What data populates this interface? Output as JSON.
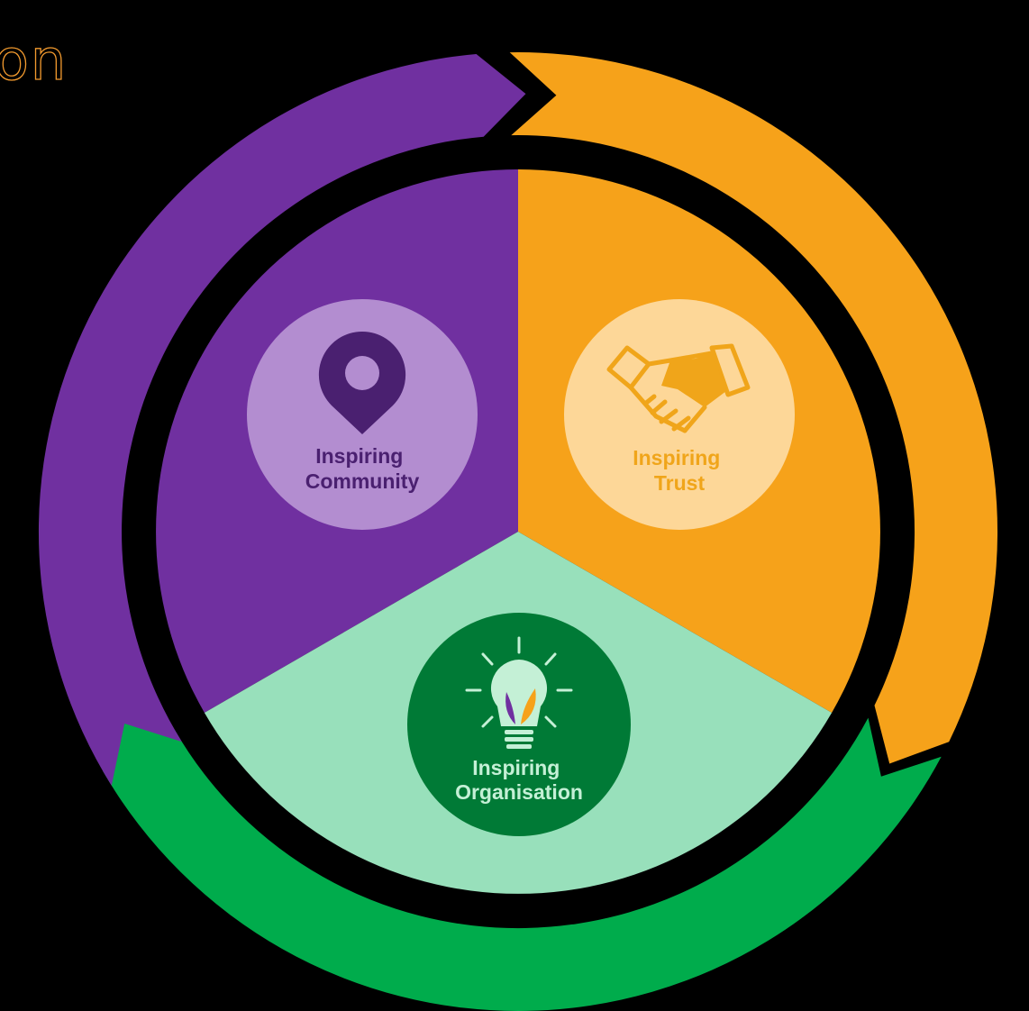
{
  "corner_text": "on",
  "colors": {
    "background": "#000000",
    "purple": "#7030a0",
    "orange": "#f6a21a",
    "green": "#00ac4c",
    "mint": "#98e0bb",
    "light_purple": "#b38dd0",
    "dark_purple": "#4a2070",
    "light_orange": "#fdd798",
    "orange_text": "#f0a51a",
    "dark_green": "#007a36",
    "light_green_text": "#c4f0d6"
  },
  "segments": [
    {
      "key": "community",
      "color": "#7030a0",
      "hub_color": "#b38dd0",
      "icon": "map-pin-icon",
      "label_lines": [
        "Inspiring",
        "Community"
      ],
      "label_color": "#4a2070"
    },
    {
      "key": "trust",
      "color": "#f6a21a",
      "hub_color": "#fdd798",
      "icon": "handshake-icon",
      "label_lines": [
        "Inspiring",
        "Trust"
      ],
      "label_color": "#f0a51a"
    },
    {
      "key": "organisation",
      "color": "#98e0bb",
      "hub_color": "#007a36",
      "icon": "lightbulb-icon",
      "label_lines": [
        "Inspiring",
        "Organisation"
      ],
      "label_color": "#c4f0d6"
    }
  ],
  "outer_arrows": [
    {
      "key": "purple",
      "color": "#7030a0"
    },
    {
      "key": "orange",
      "color": "#f6a21a"
    },
    {
      "key": "green",
      "color": "#00ac4c"
    }
  ]
}
